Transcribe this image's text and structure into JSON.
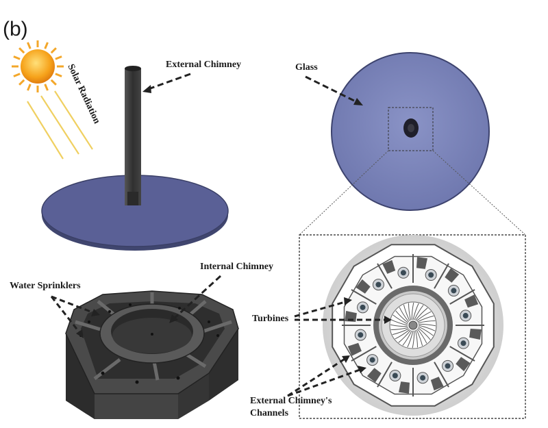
{
  "panel_label": "(b)",
  "labels": {
    "solar_radiation": "Solar Radiation",
    "external_chimney": "External Chimney",
    "glass": "Glass",
    "internal_chimney": "Internal Chimney",
    "water_sprinklers": "Water Sprinklers",
    "turbines": "Turbines",
    "channels_line1": "External Chimney's",
    "channels_line2": "Channels"
  },
  "colors": {
    "glass_fill": "#7a83b8",
    "glass_dark": "#4b5288",
    "chimney": "#3d3d3d",
    "sun": "#f6a21a",
    "ray": "#f1cf52",
    "structure": "#555555"
  }
}
